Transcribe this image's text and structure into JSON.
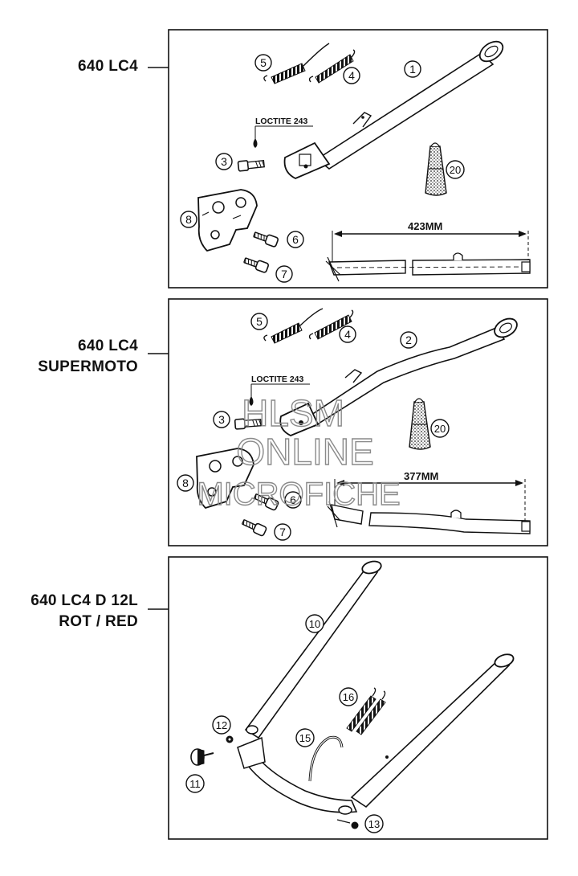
{
  "panels": [
    {
      "title_lines": [
        "640 LC4"
      ],
      "loctite": "LOCTITE 243",
      "dimension": "423MM",
      "callouts": [
        "5",
        "4",
        "1",
        "3",
        "20",
        "8",
        "6",
        "7"
      ]
    },
    {
      "title_lines": [
        "640 LC4",
        "SUPERMOTO"
      ],
      "loctite": "LOCTITE 243",
      "dimension": "377MM",
      "callouts": [
        "5",
        "4",
        "2",
        "3",
        "20",
        "8",
        "6",
        "7"
      ]
    },
    {
      "title_lines": [
        "640 LC4 D 12L",
        "ROT / RED"
      ],
      "callouts": [
        "10",
        "16",
        "12",
        "15",
        "11",
        "13"
      ]
    }
  ],
  "watermark": [
    "HLSM",
    "ONLINE",
    "MICROFICHE"
  ]
}
